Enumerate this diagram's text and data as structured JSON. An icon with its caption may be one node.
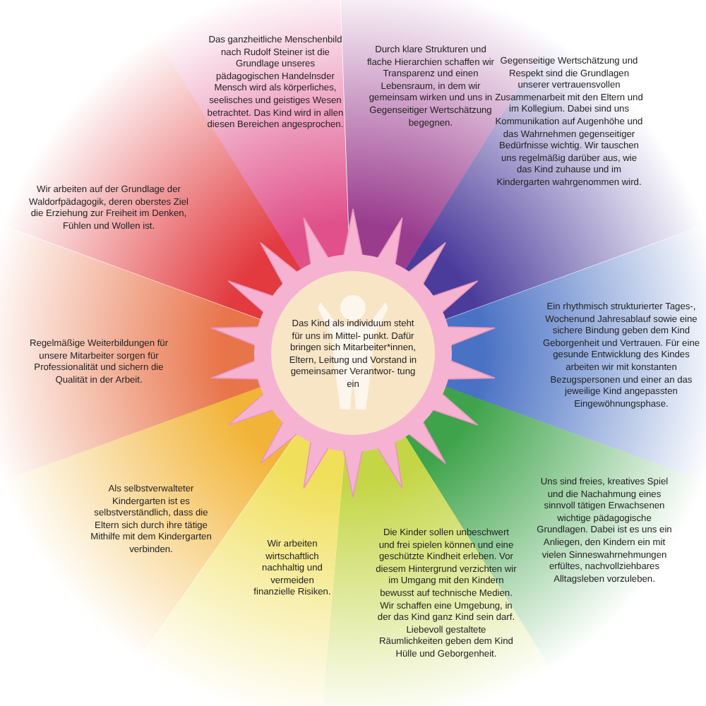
{
  "diagram": {
    "nodes": [
      {
        "text": [
          "Das Kind als individuum steht für uns im Mittel- punkt. Dafür bringen sich Mitarbeiter*innen, Eltern, Leitung und Vorstand in gemeinsamer Verantwor- tung ein"
        ]
      },
      {
        "text": [
          "Das ganzheitliche Menschenbild nach Rudolf Steiner ist die Grundlage unseres pädagogischen Handelnsder Mensch wird als körperliches, seelisches und geistiges Wesen betrachtet. Das Kind wird in allen diesen Bereichen angesprochen."
        ]
      },
      {
        "text": [
          "Durch klare Strukturen und flache Hierarchien schaffen wir Transparenz und einen Lebensraum, in dem wir gemeinsam wirken und uns in Gegenseitiger Wertschätzung begegnen."
        ]
      },
      {
        "text": [
          "Gegenseitige Wertschätzung und Respekt sind die Grundlagen unserer vertrauensvollen Zusammenarbeit mit den Eltern und im Kollegium. Dabei sind uns Kommunikation auf Augenhöhe und das Wahrnehmen gegenseitiger Bedürfnisse wichtig. Wir tauschen uns regelmäßig darüber aus, wie das Kind zuhause und im Kindergarten wahrgenommen wird."
        ]
      },
      {
        "text": [
          "Ein rhythmisch strukturierter Tages-, Wochenund Jahresablauf sowie eine sichere Bindung geben dem Kind Geborgenheit und Vertrauen. Für eine gesunde Entwicklung des Kindes arbeiten wir mit konstanten Bezugspersonen und einer an das jeweilige Kind angepassten Eingewöhnungsphase."
        ]
      },
      {
        "text": [
          "Uns sind freies, kreatives Spiel und die Nachahmung eines sinnvoll tätigen Erwachsenen wichtige pädagogische Grundlagen. Dabei ist es uns ein Anliegen, den Kindern ein mit vielen Sinneswahrnehmungen erfültes, nachvollziehbares Alltagsleben vorzuleben."
        ]
      },
      {
        "text": [
          "Die Kinder sollen unbeschwert und frei spielen können und eine geschützte Kindheit erleben. Vor diesem Hintergrund verzichten wir im Umgang mit den Kindern bewusst auf technische Medien. Wir schaffen eine Umgebung, in der das Kind ganz Kind sein darf. Liebevoll gestaltete Räumlichkeiten geben dem Kind Hülle und Geborgenheit."
        ]
      },
      {
        "text": [
          "Wir arbeiten wirtschaftlich nachhaltig und vermeiden finanzielle Risiken."
        ]
      },
      {
        "text": [
          "Als selbstverwalteter Kindergarten ist es selbstverständlich, dass die Eltern sich durch ihre tätige Mithilfe mit dem Kindergarten verbinden."
        ]
      },
      {
        "text": [
          "Regelmäßige Weiterbildungen für unsere Mitarbeiter sorgen für Professionalität und sichern die Qualität in der Arbeit."
        ]
      },
      {
        "text": [
          "Wir arbeiten auf der Grundlage der Waldorfpädagogik, deren oberstes Ziel die Erziehung zur Freiheit im Denken, Fühlen und Wollen ist."
        ]
      }
    ],
    "edges": []
  }
}
